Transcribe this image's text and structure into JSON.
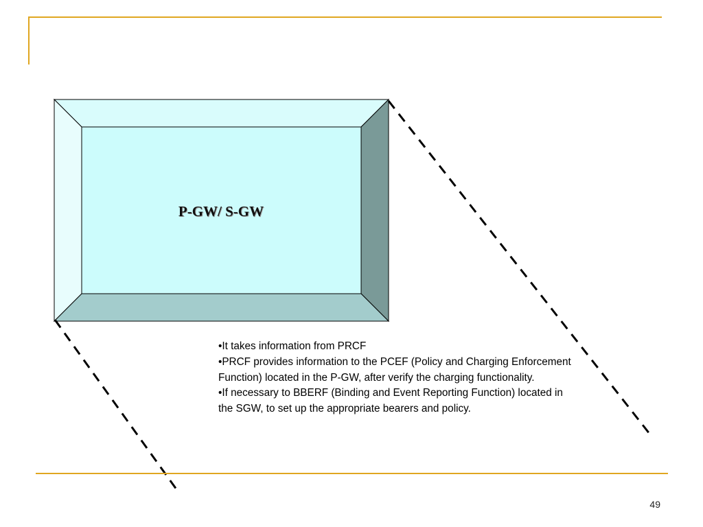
{
  "slide": {
    "page_number": "49",
    "accent_color": "#e0a620"
  },
  "diagram": {
    "box": {
      "label": "P-GW/ S-GW",
      "face_color": "#ccfcfc",
      "bevel_top_color": "#d9fcfc",
      "bevel_left_color": "#e8fdfd",
      "bevel_right_color": "#7a9a98",
      "bevel_bottom_color": "#a3cccc"
    },
    "connector_style": "dashed"
  },
  "notes": {
    "bullets": [
      "•It takes information from PRCF",
      "•PRCF provides information to the PCEF (Policy and Charging Enforcement Function) located in the P-GW, after verify the charging functionality.",
      "•If necessary to BBERF (Binding and Event Reporting Function) located in the SGW, to set up the appropriate bearers and policy."
    ]
  }
}
